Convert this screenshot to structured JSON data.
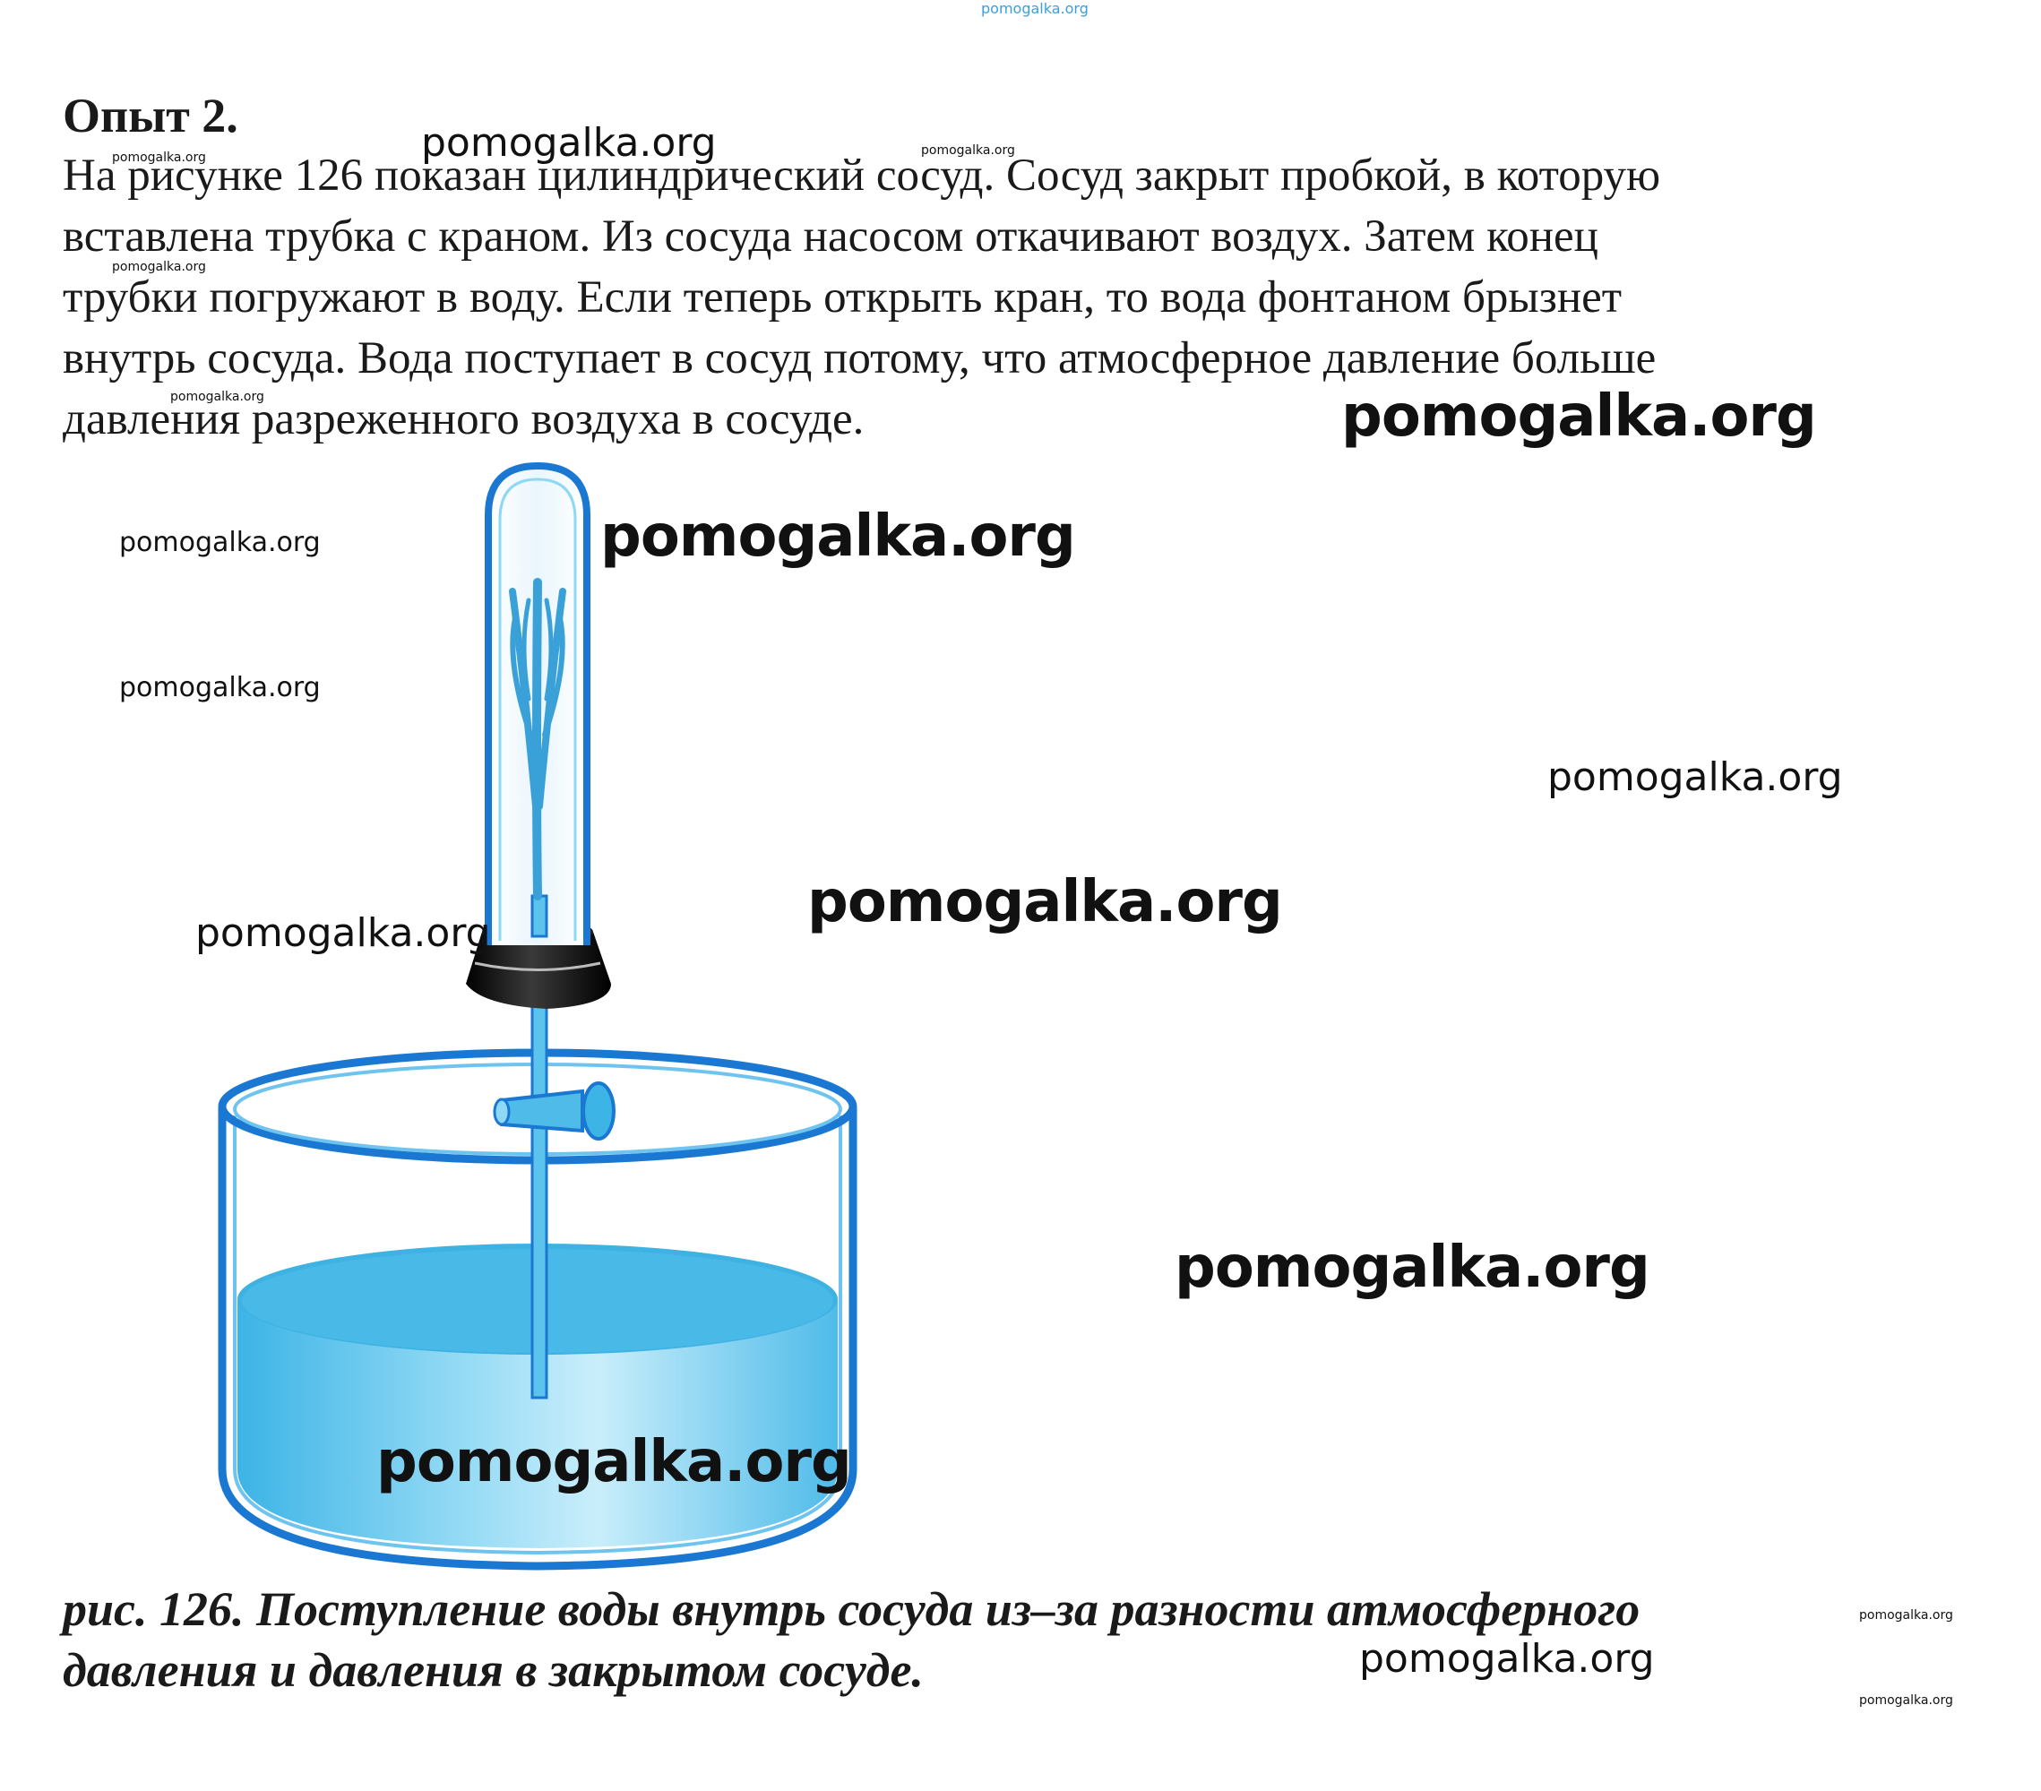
{
  "document": {
    "heading": "Опыт 2.",
    "paragraph_lines": [
      "На рисунке 126 показан цилиндрический сосуд. Сосуд закрыт пробкой, в которую",
      "вставлена трубка с краном. Из сосуда насосом откачивают воздух. Затем конец",
      "трубки погружают в воду. Если теперь открыть кран, то вода фонтаном брызнет",
      "внутрь сосуда. Вода поступает в сосуд потому, что атмосферное давление больше",
      "давления разреженного воздуха в сосуде."
    ],
    "caption_lines": [
      "рис. 126. Поступление воды внутрь сосуда из–за разности атмосферного",
      "давления и давления в закрытом сосуде."
    ]
  },
  "watermarks": {
    "text": "pomogalka.org"
  },
  "colors": {
    "glass_outline": "#1a78d2",
    "water": "#5bc3ec",
    "water_light": "#a8e2f7",
    "stopper": "#1a1a1a",
    "fountain": "#3aa0d8"
  }
}
